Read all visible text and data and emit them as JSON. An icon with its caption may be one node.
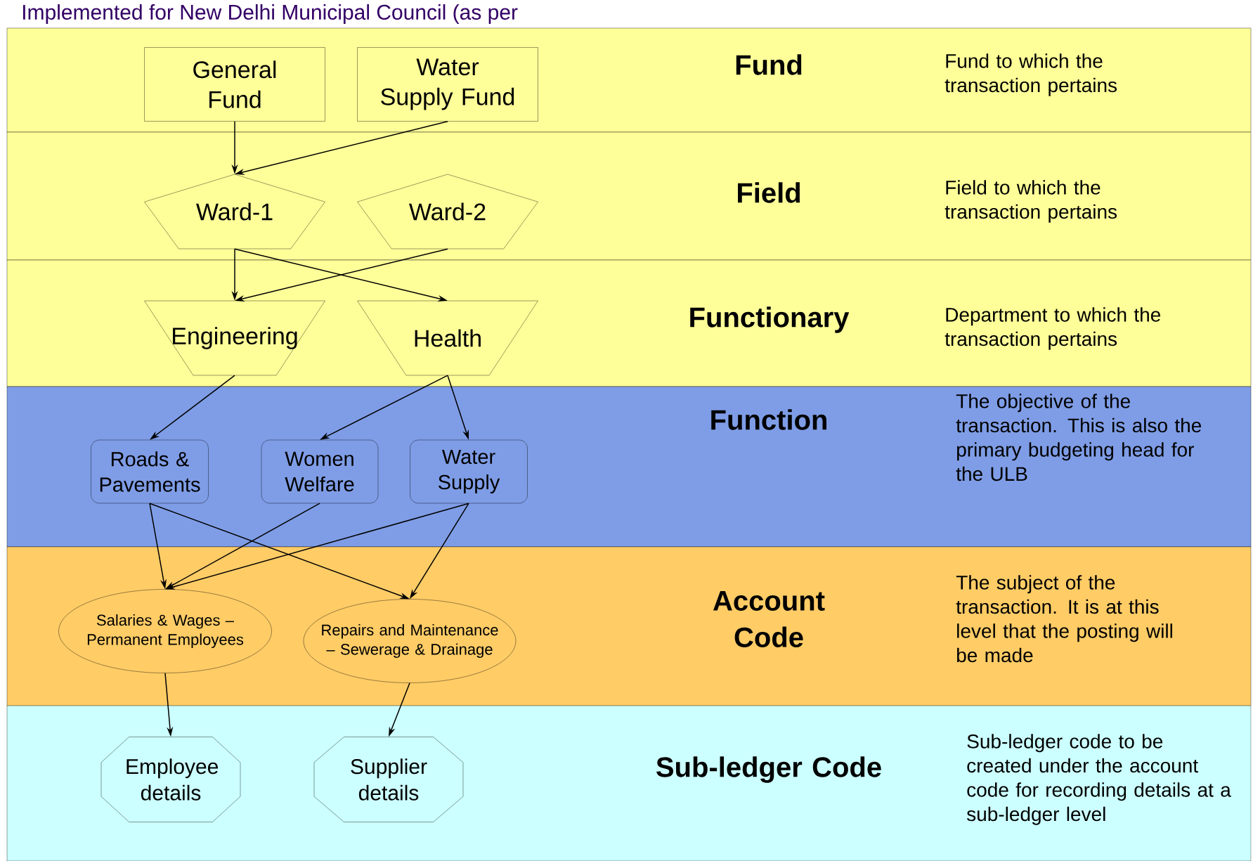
{
  "diagram": {
    "title": "Implemented for New Delhi Municipal Council (as per",
    "nodes": [
      {
        "text": [
          "Fund",
          "Fund to which the transaction pertains"
        ]
      },
      {
        "text": [
          "General Fund"
        ],
        "in": 0
      },
      {
        "text": [
          "Water Supply Fund"
        ],
        "in": 0
      },
      {
        "text": [
          "Field",
          "Field to which the transaction pertains"
        ]
      },
      {
        "text": [
          "Ward-1"
        ],
        "in": 3
      },
      {
        "text": [
          "Ward-2"
        ],
        "in": 3
      },
      {
        "text": [
          "Functionary",
          "Department to which the transaction pertains"
        ]
      },
      {
        "text": [
          "Engineering"
        ],
        "in": 6
      },
      {
        "text": [
          "Health"
        ],
        "in": 6
      },
      {
        "text": [
          "Function",
          "The objective of the transaction. This is also the primary budgeting head for the ULB"
        ]
      },
      {
        "text": [
          "Roads & Pavements"
        ],
        "in": 9
      },
      {
        "text": [
          "Women Welfare"
        ],
        "in": 9
      },
      {
        "text": [
          "Water Supply"
        ],
        "in": 9
      },
      {
        "text": [
          "Account Code",
          "The subject of the transaction. It is at this level that the posting will be made"
        ]
      },
      {
        "text": [
          "Salaries & Wages – Permanent Employees"
        ],
        "in": 13
      },
      {
        "text": [
          "Repairs and Maintenance – Sewerage & Drainage"
        ],
        "in": 13
      },
      {
        "text": [
          "Sub-ledger Code",
          "Sub-ledger code to be created under the account code for recording details at a sub-ledger level"
        ]
      },
      {
        "text": [
          "Employee details"
        ],
        "in": 16
      },
      {
        "text": [
          "Supplier details"
        ],
        "in": 16
      }
    ],
    "edges": [
      {
        "from": 1,
        "to": 4,
        "arrow": "to"
      },
      {
        "from": 2,
        "to": 4,
        "arrow": "to"
      },
      {
        "from": 4,
        "to": 7,
        "arrow": "to"
      },
      {
        "from": 5,
        "to": 7,
        "arrow": "to"
      },
      {
        "from": 4,
        "to": 8,
        "arrow": "to"
      },
      {
        "from": 7,
        "to": 10,
        "arrow": "to"
      },
      {
        "from": 8,
        "to": 11,
        "arrow": "to"
      },
      {
        "from": 8,
        "to": 12,
        "arrow": "to"
      },
      {
        "from": 10,
        "to": 14,
        "arrow": "to"
      },
      {
        "from": 10,
        "to": 15,
        "arrow": "to"
      },
      {
        "from": 11,
        "to": 14,
        "arrow": "to"
      },
      {
        "from": 12,
        "to": 14,
        "arrow": "to"
      },
      {
        "from": 12,
        "to": 15,
        "arrow": "to"
      },
      {
        "from": 14,
        "to": 17,
        "arrow": "to"
      },
      {
        "from": 15,
        "to": 18,
        "arrow": "to"
      }
    ]
  }
}
